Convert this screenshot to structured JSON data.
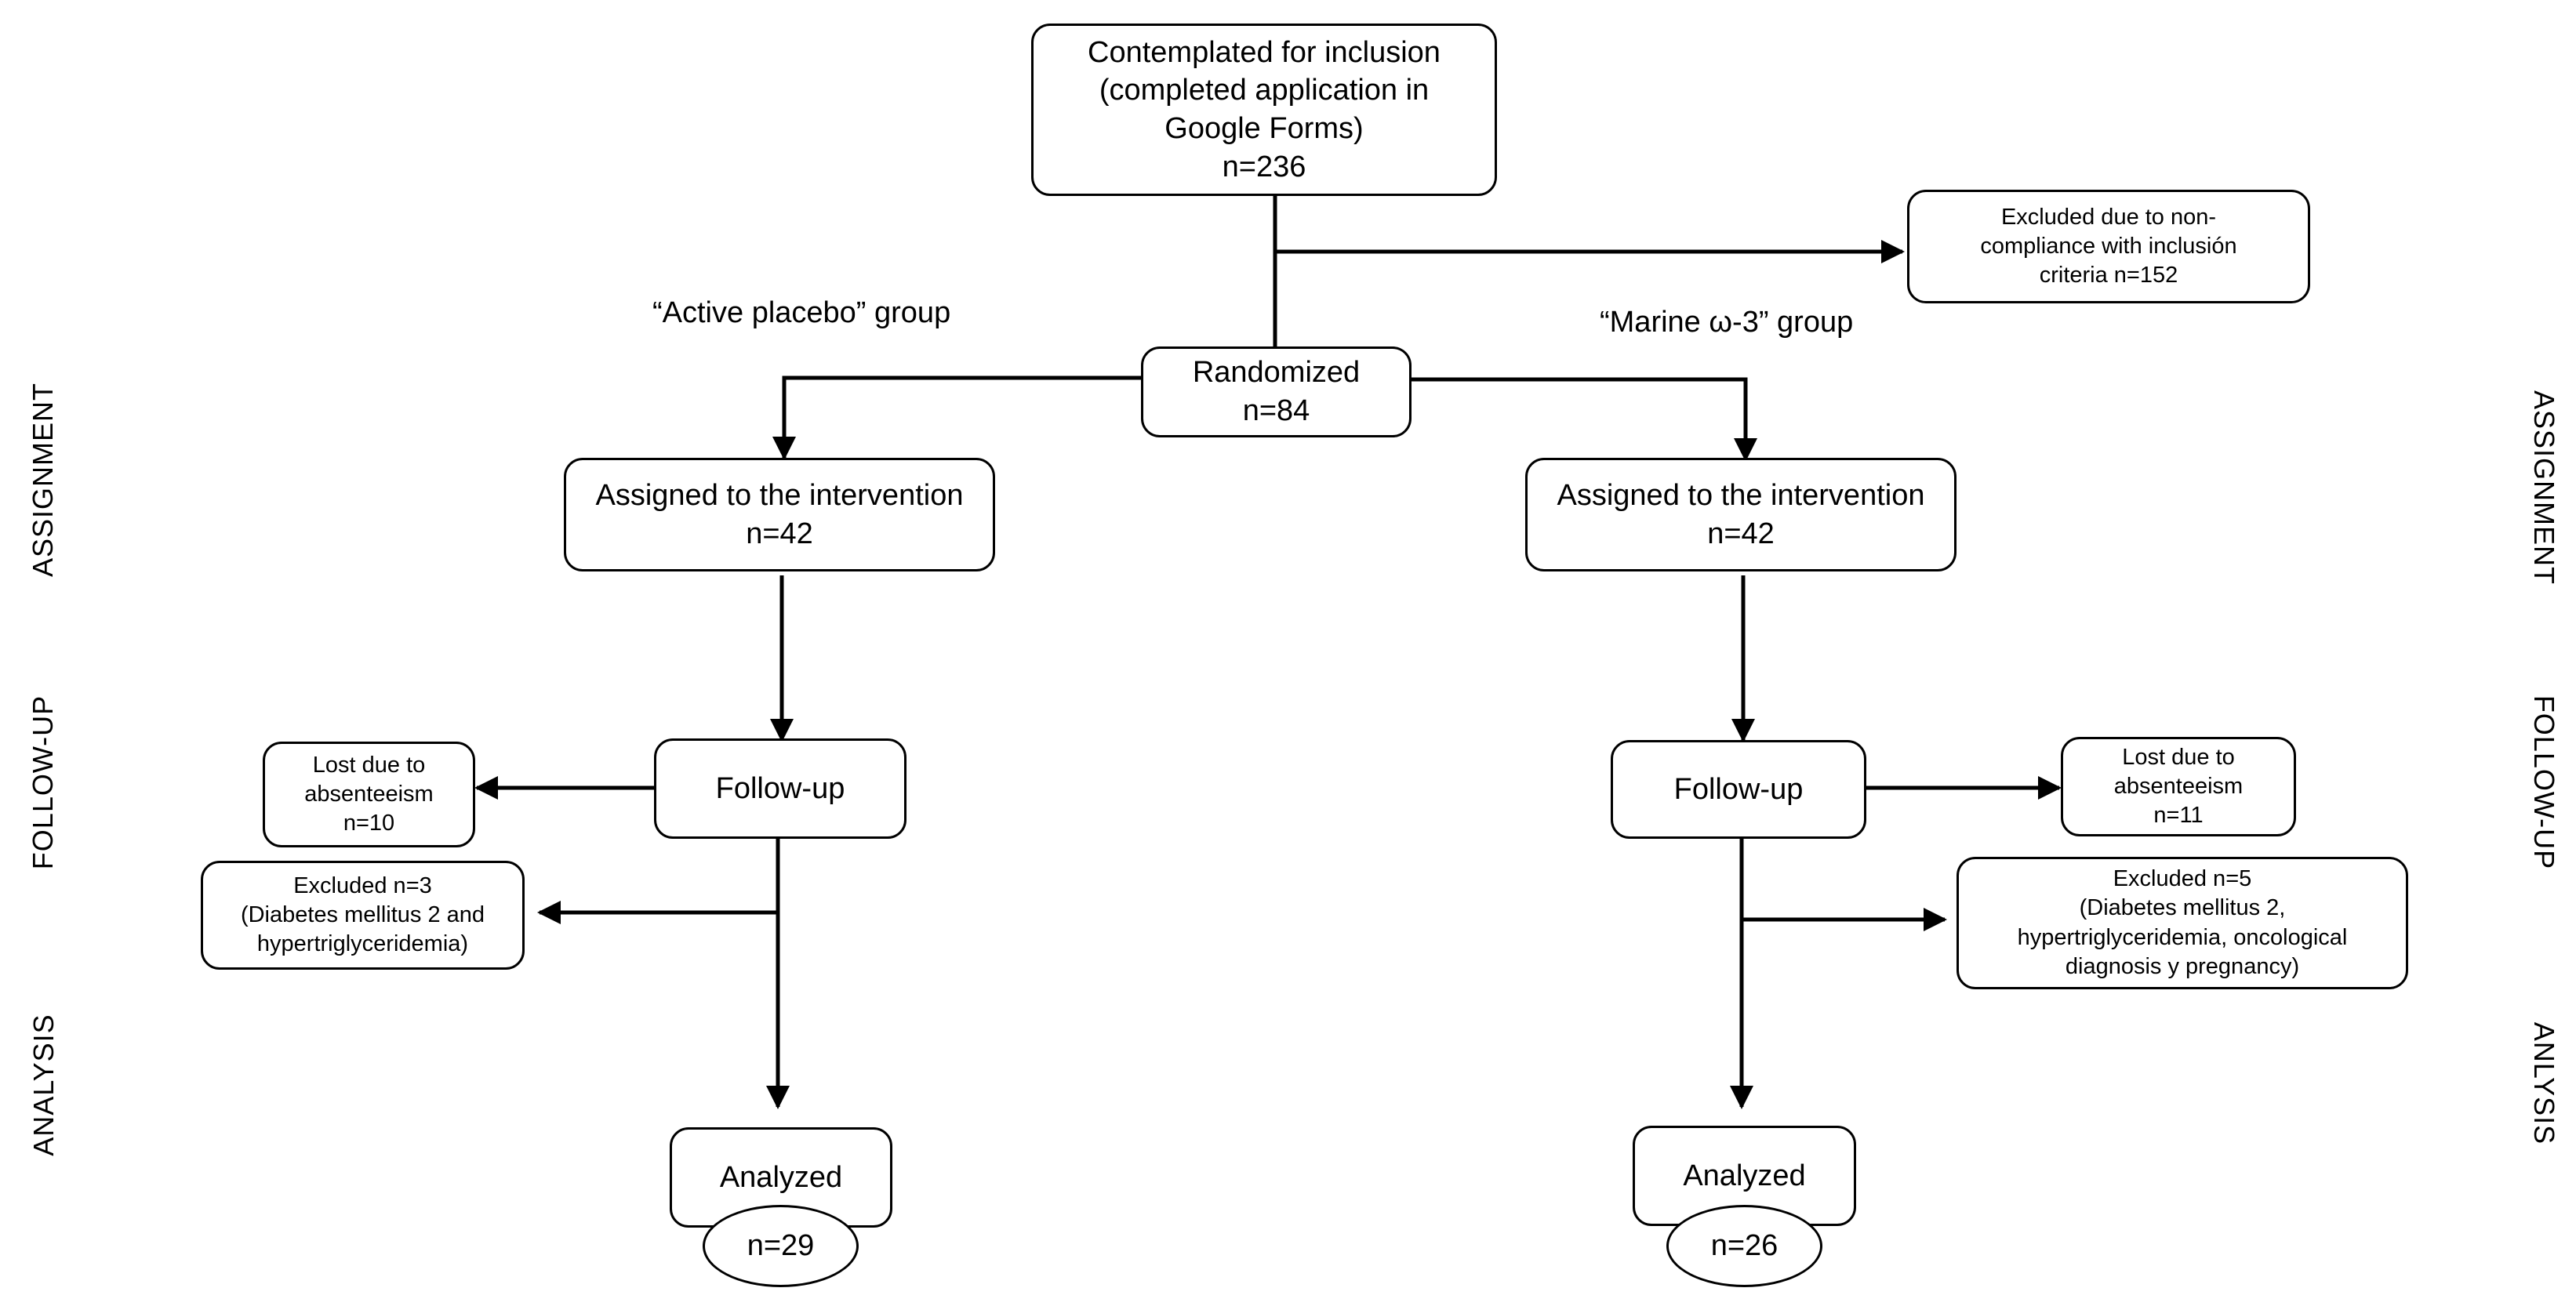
{
  "groups": {
    "left_label": "“Active placebo” group",
    "right_label": "“Marine ω-3” group"
  },
  "boxes": {
    "contemplated": "Contemplated for inclusion\n(completed application in\nGoogle Forms)\nn=236",
    "excluded_top": "Excluded due to non-\ncompliance with inclusión\ncriteria n=152",
    "randomized": "Randomized\nn=84",
    "assigned_left": "Assigned to the intervention\nn=42",
    "assigned_right": "Assigned to the intervention\nn=42",
    "followup_left": "Follow-up",
    "followup_right": "Follow-up",
    "lost_left": "Lost due to\nabsenteeism\nn=10",
    "lost_right": "Lost due to\nabsenteeism\nn=11",
    "excluded_left": "Excluded n=3\n(Diabetes mellitus 2 and\nhypertriglyceridemia)",
    "excluded_right": "Excluded n=5\n(Diabetes mellitus 2,\nhypertriglyceridemia, oncological\ndiagnosis y pregnancy)",
    "analyzed_left": "Analyzed",
    "analyzed_right": "Analyzed",
    "count_left": "n=29",
    "count_right": "n=26"
  },
  "side_labels": {
    "left": [
      "ASSIGNMENT",
      "FOLLOW-UP",
      "ANALYSIS"
    ],
    "right": [
      "ASSIGNMENT",
      "FOLLOW-UP",
      "ANLYSIS"
    ]
  },
  "colors": {
    "line": "#000000",
    "background": "#ffffff"
  }
}
